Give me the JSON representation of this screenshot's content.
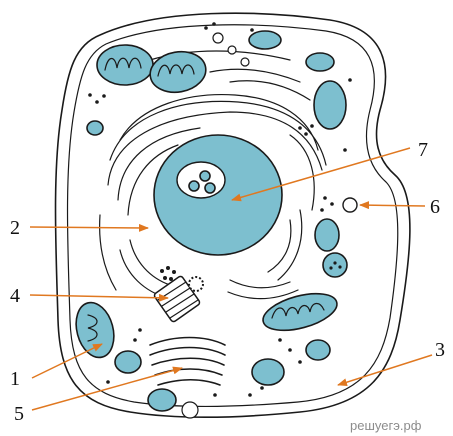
{
  "labels": {
    "l1": "1",
    "l2": "2",
    "l3": "3",
    "l4": "4",
    "l5": "5",
    "l6": "6",
    "l7": "7"
  },
  "watermark": "решуегэ.рф",
  "colors": {
    "organelle_fill": "#7dbfcf",
    "outline": "#1a1a1a",
    "pointer_arrow": "#e07820",
    "watermark": "#8c8c8c"
  }
}
